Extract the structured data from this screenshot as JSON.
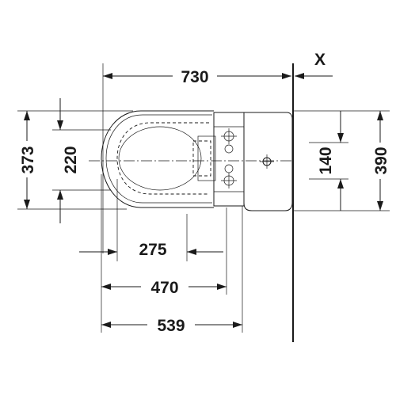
{
  "dimensions": {
    "overall_length": "730",
    "wall_distance": "X",
    "total_width": "373",
    "seat_width": "220",
    "tank_width": "390",
    "fixing_spacing": "140",
    "dim_275": "275",
    "dim_470": "470",
    "dim_539": "539"
  }
}
